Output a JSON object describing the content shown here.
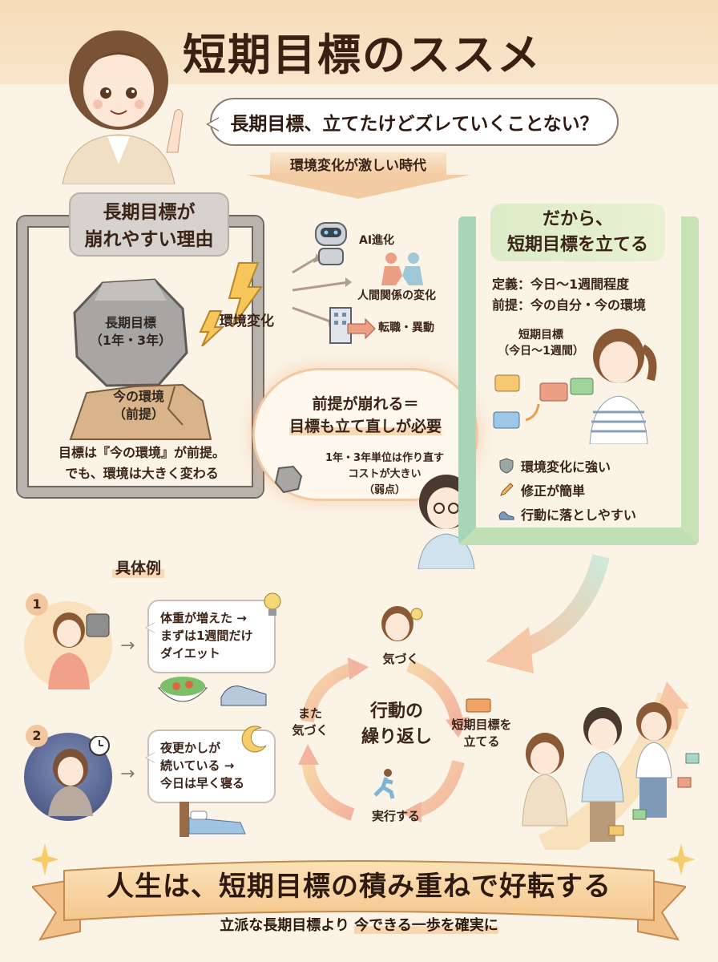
{
  "header": {
    "title": "短期目標のススメ",
    "question": "長期目標、立てたけどズレていくことない？",
    "era": "環境変化が激しい時代"
  },
  "reasons_panel": {
    "title_line1": "長期目標が",
    "title_line2": "崩れやすい理由",
    "boulder_line1": "長期目標",
    "boulder_line2": "（1年・3年）",
    "ground_line1": "今の環境",
    "ground_line2": "（前提）",
    "caption_line1": "目標は『今の環境』が前提。",
    "caption_line2": "でも、環境は大きく変わる"
  },
  "environment_change": {
    "label": "環境変化",
    "items": [
      {
        "icon": "robot-icon",
        "label": "AI進化"
      },
      {
        "icon": "handshake-icon",
        "label": "人間関係の変化"
      },
      {
        "icon": "building-icon",
        "label": "転職・異動"
      }
    ]
  },
  "thought_cloud": {
    "title_line1": "前提が崩れる＝",
    "title_line2": "目標も立て直しが必要",
    "sub_line1": "1年・3年単位は作り直す",
    "sub_line2": "コストが大きい",
    "sub_line3": "（弱点）"
  },
  "short_term_panel": {
    "title_line1": "だから、",
    "title_line2": "短期目標を立てる",
    "definition": "定義：今日〜1週間程度",
    "premise": "前提：今の自分・今の環境",
    "block_label_line1": "短期目標",
    "block_label_line2": "（今日〜1週間）",
    "benefits": [
      {
        "icon": "shield-icon",
        "label": "環境変化に強い"
      },
      {
        "icon": "pencil-icon",
        "label": "修正が簡単"
      },
      {
        "icon": "shoe-icon",
        "label": "行動に落としやすい"
      }
    ]
  },
  "examples": {
    "title": "具体例",
    "items": [
      {
        "number": "1",
        "line1": "体重が増えた →",
        "line2": "まずは1週間だけ",
        "line3": "ダイエット"
      },
      {
        "number": "2",
        "line1": "夜更かしが",
        "line2": "続いている →",
        "line3": "今日は早く寝る"
      }
    ]
  },
  "cycle": {
    "center_line1": "行動の",
    "center_line2": "繰り返し",
    "steps": [
      {
        "line1": "気づく",
        "line2": ""
      },
      {
        "line1": "短期目標を",
        "line2": "立てる"
      },
      {
        "line1": "実行する",
        "line2": ""
      },
      {
        "line1": "また",
        "line2": "気づく"
      }
    ]
  },
  "footer": {
    "main": "人生は、短期目標の積み重ねで好転する",
    "sub_prefix": "立派な長期目標より ",
    "sub_highlight": "今できる一歩を確実に"
  },
  "colors": {
    "background": "#fbf3e6",
    "header_band": "#f6dcb8",
    "text": "#3a2418",
    "stone": "#b9b3ad",
    "lego_green": "#a9d6b8",
    "accent_orange": "#f2c7a0",
    "ribbon": "#f7d3a3"
  }
}
